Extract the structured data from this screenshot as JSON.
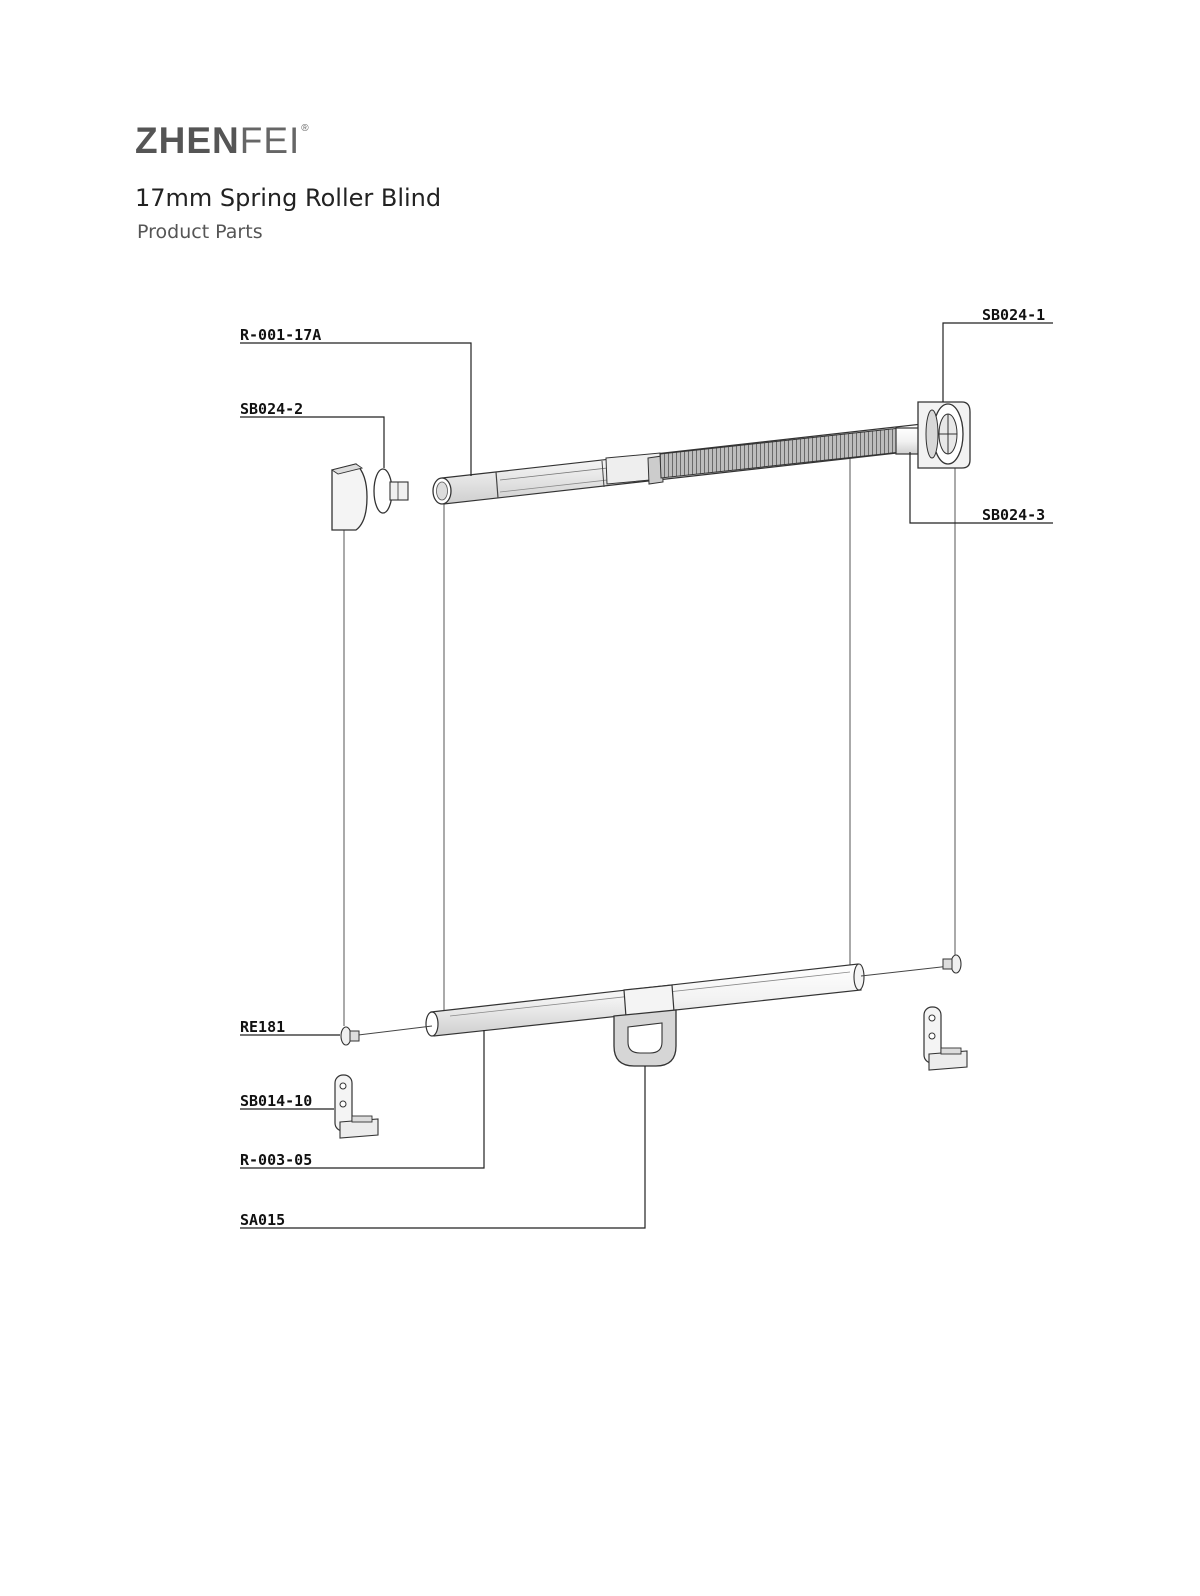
{
  "header": {
    "brand_bold": "ZHEN",
    "brand_light": "FEI",
    "brand_mark": "®",
    "title": "17mm Spring Roller Blind",
    "subtitle": "Product Parts"
  },
  "parts": {
    "r001": "R-001-17A",
    "sb0242": "SB024-2",
    "sb0241": "SB024-1",
    "sb0243": "SB024-3",
    "re181": "RE181",
    "sb01410": "SB014-10",
    "r00305": "R-003-05",
    "sa015": "SA015"
  }
}
